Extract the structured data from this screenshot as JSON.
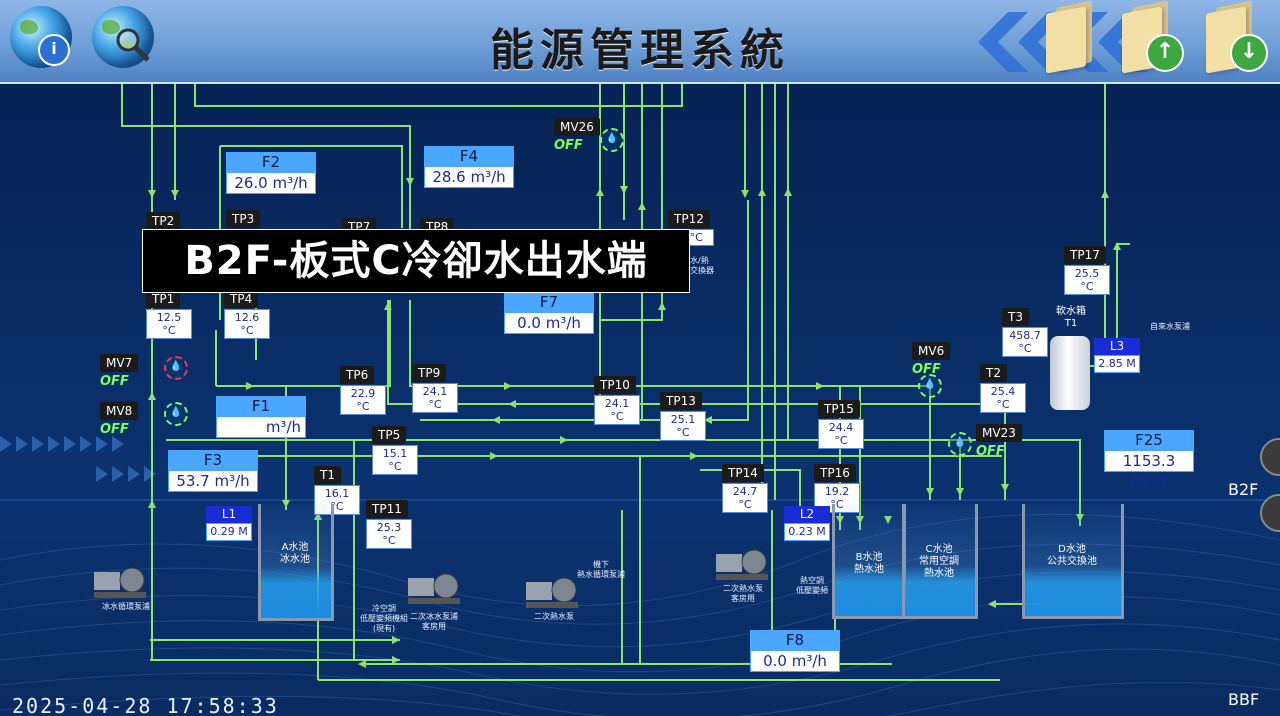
{
  "header": {
    "title": "能源管理系統"
  },
  "toolbar": {
    "info_icon": "globe-info-icon",
    "search_icon": "globe-search-icon",
    "folder_up_icon": "folder-up-icon",
    "folder_down_icon": "folder-down-icon",
    "folder_icon": "folder-icon"
  },
  "banner": {
    "text": "B2F-板式C冷卻水出水端"
  },
  "timestamp": "2025-04-28 17:58:33",
  "floors": {
    "upper": "B2F",
    "lower": "BBF"
  },
  "temps": {
    "TP1": {
      "name": "TP1",
      "value": "12.5 °C"
    },
    "TP2": {
      "name": "TP2",
      "value": ""
    },
    "TP3": {
      "name": "TP3",
      "value": ""
    },
    "TP4": {
      "name": "TP4",
      "value": "12.6 °C"
    },
    "TP5": {
      "name": "TP5",
      "value": "15.1 °C"
    },
    "TP6": {
      "name": "TP6",
      "value": "22.9 °C"
    },
    "TP7": {
      "name": "TP7",
      "value": ""
    },
    "TP8": {
      "name": "TP8",
      "value": ""
    },
    "TP9": {
      "name": "TP9",
      "value": "24.1 °C"
    },
    "TP10": {
      "name": "TP10",
      "value": "24.1 °C"
    },
    "TP11": {
      "name": "TP11",
      "value": "25.3 °C"
    },
    "TP12": {
      "name": "TP12",
      "value": "0 °C"
    },
    "TP13": {
      "name": "TP13",
      "value": "25.1 °C"
    },
    "TP14": {
      "name": "TP14",
      "value": "24.7 °C"
    },
    "TP15": {
      "name": "TP15",
      "value": "24.4 °C"
    },
    "TP16": {
      "name": "TP16",
      "value": "19.2 °C"
    },
    "TP17": {
      "name": "TP17",
      "value": "25.5 °C"
    },
    "T1": {
      "name": "T1",
      "value": "16.1 °C"
    },
    "T2": {
      "name": "T2",
      "value": "25.4 °C"
    },
    "T3": {
      "name": "T3",
      "value": "458.7 °C"
    }
  },
  "valves": {
    "MV26": {
      "name": "MV26",
      "state": "OFF"
    },
    "MV7": {
      "name": "MV7",
      "state": "OFF"
    },
    "MV8": {
      "name": "MV8",
      "state": "OFF"
    },
    "MV6": {
      "name": "MV6",
      "state": "OFF"
    },
    "MV23": {
      "name": "MV23",
      "state": "OFF"
    }
  },
  "flows": {
    "F1": {
      "name": "F1",
      "value": "m³/h"
    },
    "F2": {
      "name": "F2",
      "value": "26.0 m³/h"
    },
    "F3": {
      "name": "F3",
      "value": "53.7 m³/h"
    },
    "F4": {
      "name": "F4",
      "value": "28.6 m³/h"
    },
    "F7": {
      "name": "F7",
      "value": "0.0 m³/h"
    },
    "F8": {
      "name": "F8",
      "value": "0.0 m³/h"
    },
    "F25": {
      "name": "F25",
      "value": "1153.3 m³/h"
    }
  },
  "levels": {
    "L1": {
      "name": "L1",
      "value": "0.29 M"
    },
    "L2": {
      "name": "L2",
      "value": "0.23 M"
    },
    "L3": {
      "name": "L3",
      "value": "2.85 M"
    }
  },
  "tanks": {
    "A": {
      "line1": "A水池",
      "line2": "冰水池"
    },
    "B": {
      "line1": "B水池",
      "line2": "熱水池"
    },
    "C": {
      "line1": "C水池",
      "line2": "常用空調",
      "line3": "熱水池"
    },
    "D": {
      "line1": "D水池",
      "line2": "公共交換池"
    }
  },
  "soft_tank": {
    "line1": "軟水箱",
    "line2": "T1"
  },
  "notes": {
    "tap_pump": "自來水泵浦",
    "tp12_partial_1": "熱水/熱",
    "tp12_partial_2": "熱交換器",
    "ice_pump": "冰水循環泵浦",
    "cold_hx_1": "冷空調",
    "cold_hx_2": "低壓變頻機組",
    "cold_hx_3": "(現有)",
    "sec_ice_pump_1": "二次冰水泵浦",
    "sec_ice_pump_2": "客房用",
    "basement_hot_1": "機下",
    "basement_hot_2": "熱水循環泵浦",
    "sec_hot_pump": "二次熱水泵",
    "sec_hot_pump2_1": "二次熱水泵",
    "sec_hot_pump2_2": "客房用",
    "hot_hx_1": "熱空調",
    "hot_hx_2": "低壓變頻"
  },
  "colors": {
    "pipe": "#8fe36a",
    "header_bg": "#6f9fd8",
    "flow_label": "#4aa6ff",
    "level_label": "#1a2bd8",
    "valve_off": "#7dff5a"
  }
}
